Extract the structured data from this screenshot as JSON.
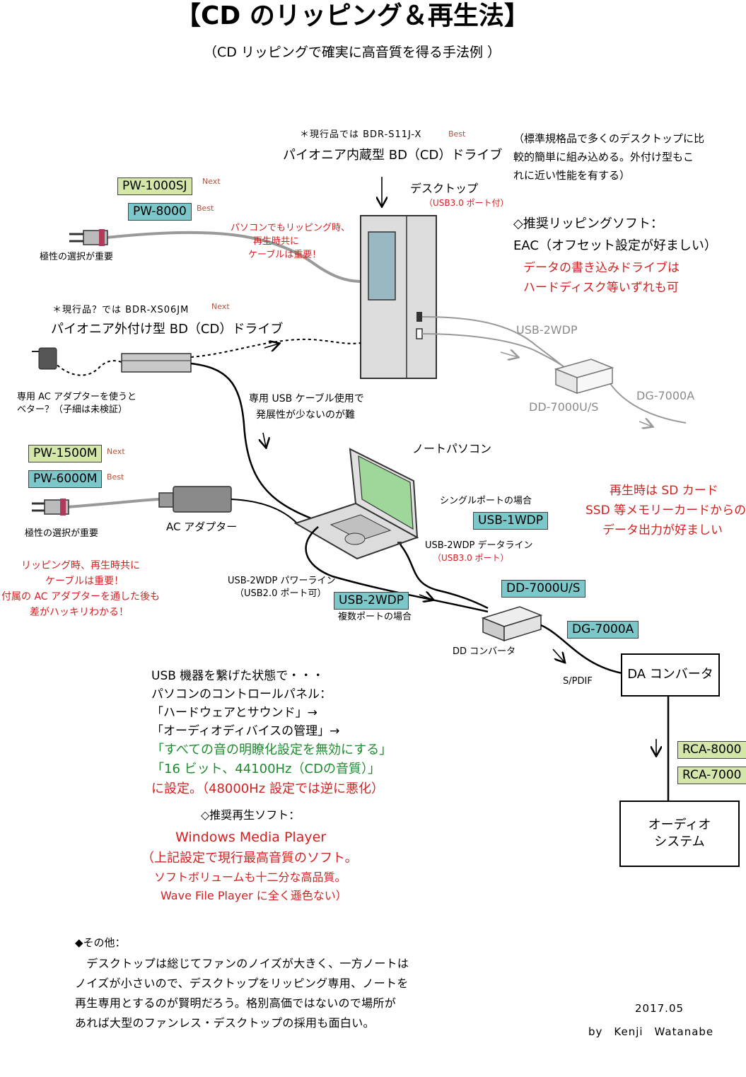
{
  "title": "【CD のリッピング＆再生法】",
  "subtitle": "（CD リッピングで確実に高音質を得る手法例 ）",
  "desktop": {
    "current_note": "＊現行品では BDR-S11J-X",
    "current_badge": "Best",
    "drive_name": "パイオニア内蔵型 BD（CD）ドライブ",
    "label": "デスクトップ",
    "usb_note": "（USB3.0 ポート付）",
    "std_note": [
      "（標準規格品で多くのデスクトップに比",
      "較的簡単に組み込める。外付け型もこ",
      "れに近い性能を有する）"
    ],
    "ripping_soft_heading": "◇推奨リッピングソフト：",
    "ripping_soft": "EAC（オフセット設定が好ましい）",
    "write_note": [
      "データの書き込みドライブは",
      "ハードディスク等いずれも可"
    ]
  },
  "power_top": {
    "pw1": "PW-1000SJ",
    "pw1_badge": "Next",
    "pw2": "PW-8000",
    "pw2_badge": "Best",
    "polarity": "極性の選択が重要",
    "cable_note": [
      "パソコンでもリッピング時、",
      "再生時共に",
      "ケーブルは重要！"
    ]
  },
  "external": {
    "current_note": "＊現行品？では BDR-XS06JM",
    "current_badge": "Next",
    "drive_name": "パイオニア外付け型 BD（CD）ドライブ",
    "adapter_note": [
      "専用 AC アダプターを使うと",
      "ベター？（子細は未検証）"
    ],
    "usb_note": [
      "専用 USB ケーブル使用で",
      "発展性が少ないのが難"
    ]
  },
  "desktop_out": {
    "usb": "USB-2WDP",
    "dd": "DD-7000U/S",
    "dg": "DG-7000A"
  },
  "power_mid": {
    "pw1": "PW-1500M",
    "pw1_badge": "Next",
    "pw2": "PW-6000M",
    "pw2_badge": "Best",
    "polarity": "極性の選択が重要",
    "adapter": "AC アダプター",
    "cable_note": [
      "リッピング時、再生時共に",
      "ケーブルは重要！",
      "付属の AC アダプターを通した後も",
      "差がハッキリわかる！"
    ]
  },
  "laptop": {
    "label": "ノートパソコン",
    "single_port": "シングルポートの場合",
    "usb1": "USB-1WDP",
    "data_line": "USB-2WDP データライン",
    "data_line_note": "（USB3.0 ポート）",
    "power_line": "USB-2WDP パワーライン",
    "power_line_note": "（USB2.0 ポート可）",
    "usb2": "USB-2WDP",
    "multi_port": "複数ポートの場合"
  },
  "playback_note": [
    "再生時は SD カード",
    "SSD 等メモリーカードからの",
    "データ出力が好ましい"
  ],
  "converter": {
    "dd": "DD-7000U/S",
    "dg": "DG-7000A",
    "label": "DD コンバータ",
    "spdif": "S/PDIF",
    "da": "DA コンバータ",
    "rca1": "RCA-8000",
    "rca2": "RCA-7000",
    "audio": [
      "オーディオ",
      "システム"
    ]
  },
  "settings": {
    "lines": [
      "USB 機器を繋げた状態で・・・",
      "パソコンのコントロールパネル：",
      "「ハードウェアとサウンド」→",
      "「オーディオディバイスの管理」→"
    ],
    "green": [
      "「すべての音の明瞭化設定を無効にする」",
      "「16 ビット、44100Hz（CDの音質）」"
    ],
    "red": "に設定。（48000Hz 設定では逆に悪化）",
    "soft_heading": "◇推奨再生ソフト：",
    "soft_name": "Windows Media Player",
    "soft_notes": [
      "（上記設定で現行最高音質のソフト。",
      "ソフトボリュームも十二分な高品質。",
      "Wave File Player に全く遜色ない）"
    ]
  },
  "other": {
    "heading": "◆その他：",
    "lines": [
      "　デスクトップは総じてファンのノイズが大きく、一方ノートは",
      "ノイズが小さいので、デスクトップをリッピング専用、ノートを",
      "再生専用とするのが賢明だろう。格別高価ではないので場所が",
      "あれば大型のファンレス・デスクトップの採用も面白い。"
    ]
  },
  "date": "2017.05",
  "author": "by　Kenji　Watanabe",
  "colors": {
    "red": "#d42020",
    "green": "#1e8a2e",
    "lightgreen": "#d4e6a8",
    "teal": "#7cc7c9",
    "screen": "#9ab8c2",
    "laptop_screen": "#9fd69a"
  }
}
